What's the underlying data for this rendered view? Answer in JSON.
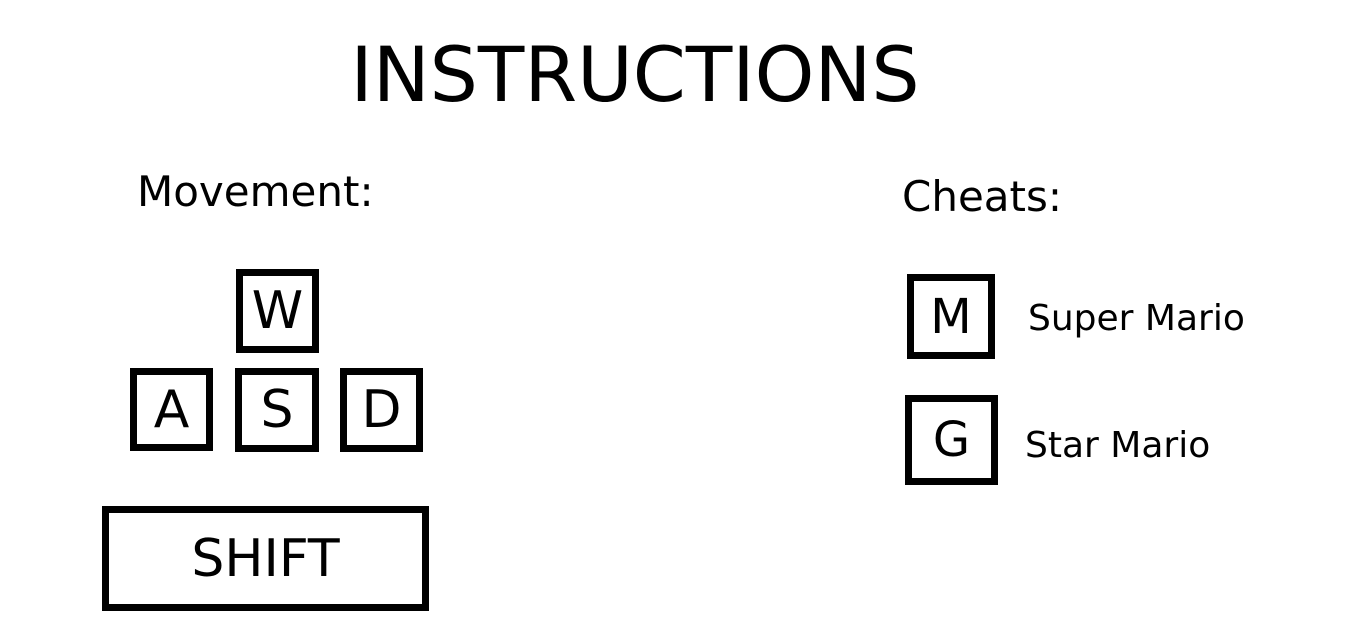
{
  "title": "INSTRUCTIONS",
  "movement": {
    "label": "Movement:",
    "keys": {
      "up": "W",
      "left": "A",
      "down": "S",
      "right": "D",
      "shift": "SHIFT"
    }
  },
  "cheats": {
    "label": "Cheats:",
    "items": [
      {
        "key": "M",
        "description": "Super Mario"
      },
      {
        "key": "G",
        "description": "Star Mario"
      }
    ]
  }
}
